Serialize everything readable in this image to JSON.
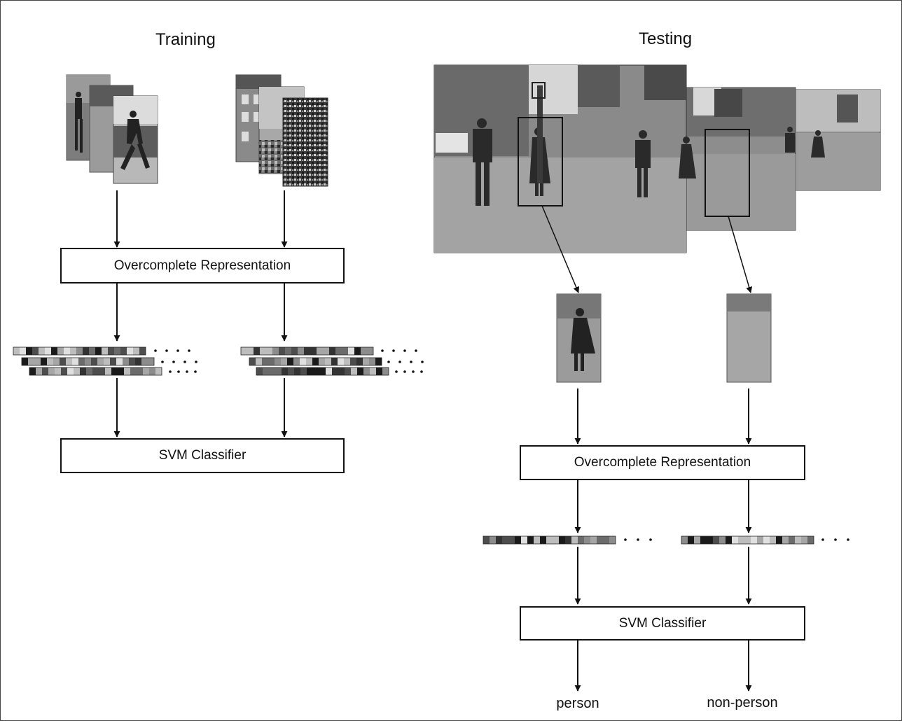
{
  "training": {
    "title": "Training",
    "representation_label": "Overcomplete Representation",
    "classifier_label": "SVM Classifier"
  },
  "testing": {
    "title": "Testing",
    "representation_label": "Overcomplete Representation",
    "classifier_label": "SVM Classifier",
    "outputs": [
      "person",
      "non-person"
    ]
  }
}
